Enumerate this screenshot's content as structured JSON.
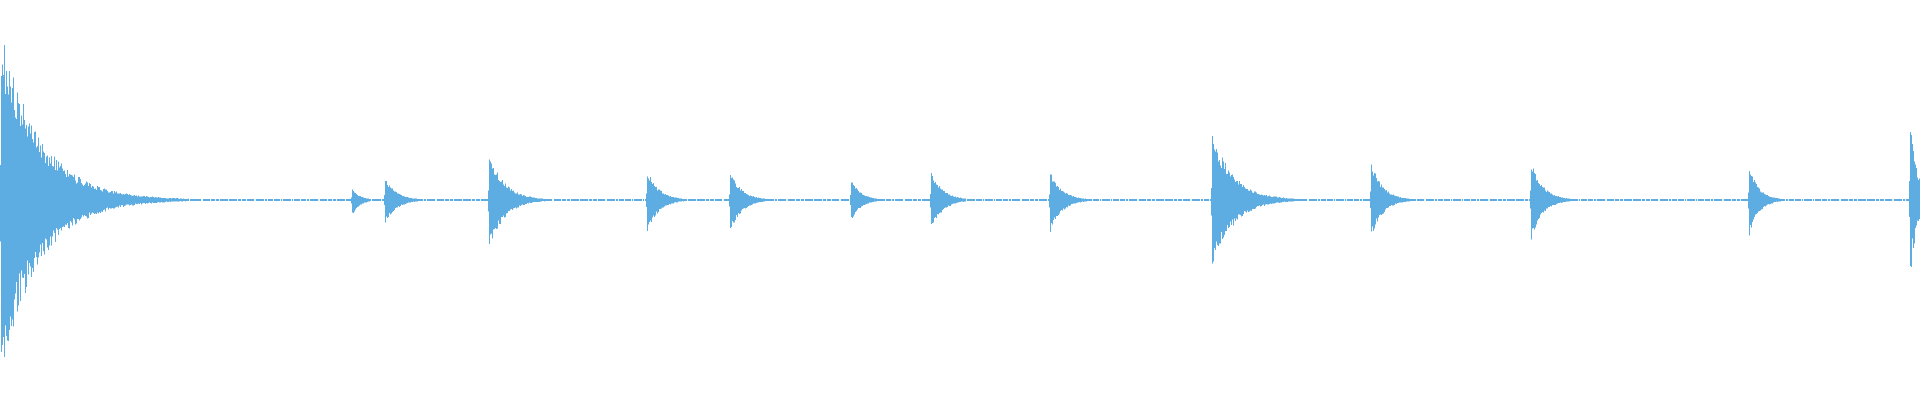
{
  "waveform": {
    "color": "#5dade2",
    "background": "#ffffff",
    "duration": 1.0,
    "transients": [
      {
        "t": 0.0006,
        "peak": 0.92,
        "neg": 0.92,
        "decay": 0.02,
        "noise": 0.34
      },
      {
        "t": 0.1835,
        "peak": 0.06,
        "neg": 0.08,
        "decay": 0.004,
        "noise": 0.2
      },
      {
        "t": 0.2005,
        "peak": 0.11,
        "neg": 0.12,
        "decay": 0.006,
        "noise": 0.22
      },
      {
        "t": 0.2545,
        "peak": 0.25,
        "neg": 0.26,
        "decay": 0.008,
        "noise": 0.28
      },
      {
        "t": 0.337,
        "peak": 0.16,
        "neg": 0.17,
        "decay": 0.006,
        "noise": 0.24
      },
      {
        "t": 0.38,
        "peak": 0.15,
        "neg": 0.17,
        "decay": 0.006,
        "noise": 0.24
      },
      {
        "t": 0.443,
        "peak": 0.11,
        "neg": 0.11,
        "decay": 0.005,
        "noise": 0.22
      },
      {
        "t": 0.485,
        "peak": 0.15,
        "neg": 0.16,
        "decay": 0.006,
        "noise": 0.24
      },
      {
        "t": 0.547,
        "peak": 0.15,
        "neg": 0.17,
        "decay": 0.006,
        "noise": 0.24
      },
      {
        "t": 0.631,
        "peak": 0.36,
        "neg": 0.37,
        "decay": 0.011,
        "noise": 0.3
      },
      {
        "t": 0.714,
        "peak": 0.2,
        "neg": 0.2,
        "decay": 0.006,
        "noise": 0.25
      },
      {
        "t": 0.7975,
        "peak": 0.21,
        "neg": 0.21,
        "decay": 0.006,
        "noise": 0.25
      },
      {
        "t": 0.911,
        "peak": 0.18,
        "neg": 0.19,
        "decay": 0.005,
        "noise": 0.24
      },
      {
        "t": 0.995,
        "peak": 0.41,
        "neg": 0.41,
        "decay": 0.004,
        "noise": 0.4
      }
    ]
  }
}
